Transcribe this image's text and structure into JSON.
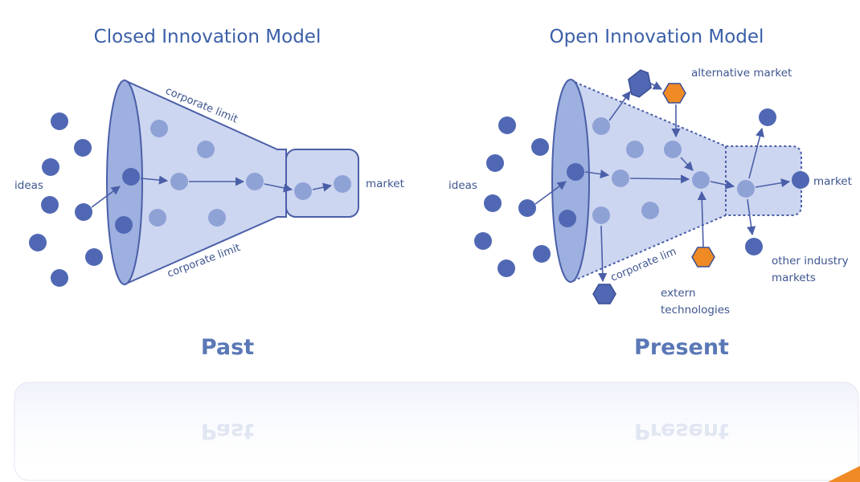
{
  "closed": {
    "title": "Closed Innovation Model",
    "ideas_label": "ideas",
    "market_label": "market",
    "limit_top": "corporate limit",
    "limit_bottom": "corporate limit",
    "era_label": "Past"
  },
  "open": {
    "title": "Open Innovation Model",
    "ideas_label": "ideas",
    "market_label": "market",
    "alt_market_label": "alternative market",
    "limit_bottom": "corporate limit",
    "extern_label_1": "extern",
    "extern_label_2": "technologies",
    "other_label_1": "other industry",
    "other_label_2": "markets",
    "era_label": "Present"
  },
  "colors": {
    "dot_dark": "#5068b4",
    "dot_light": "#8fa2d6",
    "funnel_fill": "#cdd6f0",
    "funnel_stroke": "#4a5fa8",
    "text": "#3e5590",
    "accent_orange": "#f08a24"
  }
}
